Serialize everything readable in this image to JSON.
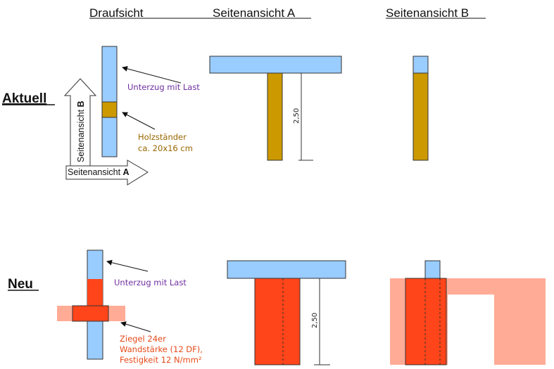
{
  "headers": {
    "draufsicht": "Draufsicht",
    "seitenansicht_a": "Seitenansicht A",
    "seitenansicht_b": "Seitenansicht B"
  },
  "rows": {
    "aktuell": "Aktuell",
    "neu": "Neu"
  },
  "view_arrows": {
    "b_prefix": "Seitenansicht ",
    "b_letter": "B",
    "a_prefix": "Seitenansicht ",
    "a_letter": "A"
  },
  "annotations": {
    "aktuell_beam": "Unterzug mit Last",
    "aktuell_post_line1": "Holzständer",
    "aktuell_post_line2": "ca. 20x16 cm",
    "neu_beam": "Unterzug mit Last",
    "neu_brick_line1": "Ziegel 24er",
    "neu_brick_line2": "Wandstärke (12 DF),",
    "neu_brick_line3": "Festigkeit 12 N/mm²"
  },
  "dimensions": {
    "aktuell_height": "2,50",
    "neu_height": "2,50"
  },
  "colors": {
    "beam_blue": "#99ccff",
    "wood_post": "#cc9900",
    "brick_red": "#ff4519",
    "brick_light": "#ffab96",
    "label_purple": "#7030a0",
    "label_brown": "#996600",
    "label_red": "#e64a19"
  }
}
